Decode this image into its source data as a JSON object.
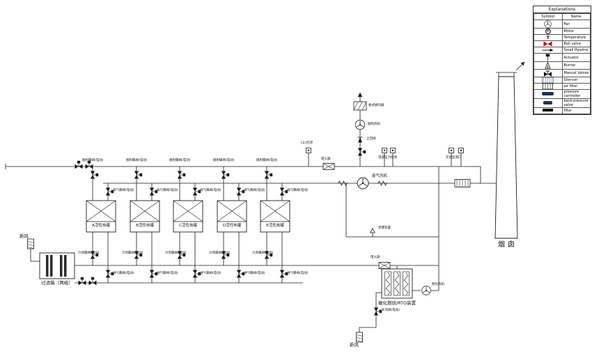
{
  "colors": {
    "line": "#1a1a1a",
    "ball_valve_red": "#c00000",
    "legend_navy": "#16355e"
  },
  "legend": {
    "title": "Explanations",
    "columns": {
      "symbol": "Symbol",
      "name": "Name"
    },
    "rows": [
      {
        "name": "Fan"
      },
      {
        "name": "Motor",
        "glyph": "M"
      },
      {
        "name": "Temperature",
        "glyph": "T"
      },
      {
        "name": "Ball valve"
      },
      {
        "name": "Small Pipeline"
      },
      {
        "name": "Actuator"
      },
      {
        "name": "Burner"
      },
      {
        "name": "Manual Valves"
      },
      {
        "name": "Silencer"
      },
      {
        "name": "air filter"
      },
      {
        "name": "pressure controller"
      },
      {
        "name": "back-pressure valve"
      },
      {
        "name": "filter"
      }
    ]
  },
  "tanks": [
    {
      "name": "A活性炭罐"
    },
    {
      "name": "B活性炭罐"
    },
    {
      "name": "C活性炭罐"
    },
    {
      "name": "D活性炭罐"
    },
    {
      "name": "E活性炭罐"
    }
  ],
  "components": {
    "chimney": "烟囱",
    "filter_box": "过滤箱（两级）",
    "rto_unit": "催化燃烧/RTO装置",
    "exhaust_fan": "废气风机",
    "desorption_fan": "脱附风机",
    "catalytic_fan": "催化风机",
    "heat_exchanger": "板式换热器",
    "check_valve": "止回阀",
    "flame_arrester": "阻火器",
    "explosion_vent": "泄爆装置",
    "makeup_air_valve": "补风阀(电动)",
    "fresh_air_left": "新风",
    "fresh_air_bottom": "新风",
    "lel_monitor": "LEL检测",
    "online_monitor": "在线监测口",
    "temp_pressure": "温度压力检测"
  },
  "valve_labels": {
    "desorption": "脱附蝶阀(电动)",
    "exhaust": "排气蝶阀(电动)",
    "cooling": "冷风蝶阀(电动)",
    "inlet": "进气蝶阀(电动)"
  }
}
